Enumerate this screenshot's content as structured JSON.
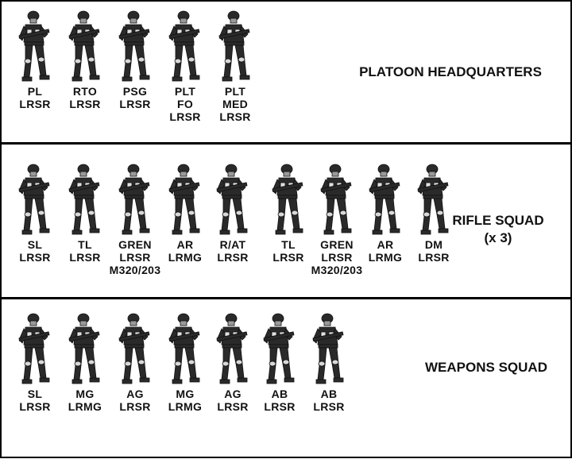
{
  "sections": {
    "hq": {
      "title": "PLATOON HEADQUARTERS",
      "soldiers": [
        {
          "lines": [
            "PL",
            "LRSR"
          ]
        },
        {
          "lines": [
            "RTO",
            "LRSR"
          ]
        },
        {
          "lines": [
            "PSG",
            "LRSR"
          ]
        },
        {
          "lines": [
            "PLT",
            "FO",
            "LRSR"
          ]
        },
        {
          "lines": [
            "PLT",
            "MED",
            "LRSR"
          ]
        }
      ]
    },
    "rifle": {
      "title": "RIFLE SQUAD",
      "subtitle": "(x 3)",
      "soldiers": [
        {
          "lines": [
            "SL",
            "LRSR"
          ]
        },
        {
          "lines": [
            "TL",
            "LRSR"
          ]
        },
        {
          "lines": [
            "GREN",
            "LRSR",
            "M320/203"
          ]
        },
        {
          "lines": [
            "AR",
            "LRMG"
          ]
        },
        {
          "lines": [
            "R/AT",
            "LRSR"
          ]
        },
        {
          "lines": [
            "TL",
            "LRSR"
          ]
        },
        {
          "lines": [
            "GREN",
            "LRSR",
            "M320/203"
          ]
        },
        {
          "lines": [
            "AR",
            "LRMG"
          ]
        },
        {
          "lines": [
            "DM",
            "LRSR"
          ]
        }
      ]
    },
    "weapons": {
      "title": "WEAPONS SQUAD",
      "soldiers": [
        {
          "lines": [
            "SL",
            "LRSR"
          ]
        },
        {
          "lines": [
            "MG",
            "LRMG"
          ]
        },
        {
          "lines": [
            "AG",
            "LRSR"
          ]
        },
        {
          "lines": [
            "MG",
            "LRMG"
          ]
        },
        {
          "lines": [
            "AG",
            "LRSR"
          ]
        },
        {
          "lines": [
            "AB",
            "LRSR"
          ]
        },
        {
          "lines": [
            "AB",
            "LRSR"
          ]
        }
      ]
    }
  },
  "icon": "soldier-figure-icon",
  "colors": {
    "border": "#000000",
    "text": "#111111",
    "figure": "#2a2a2a"
  }
}
